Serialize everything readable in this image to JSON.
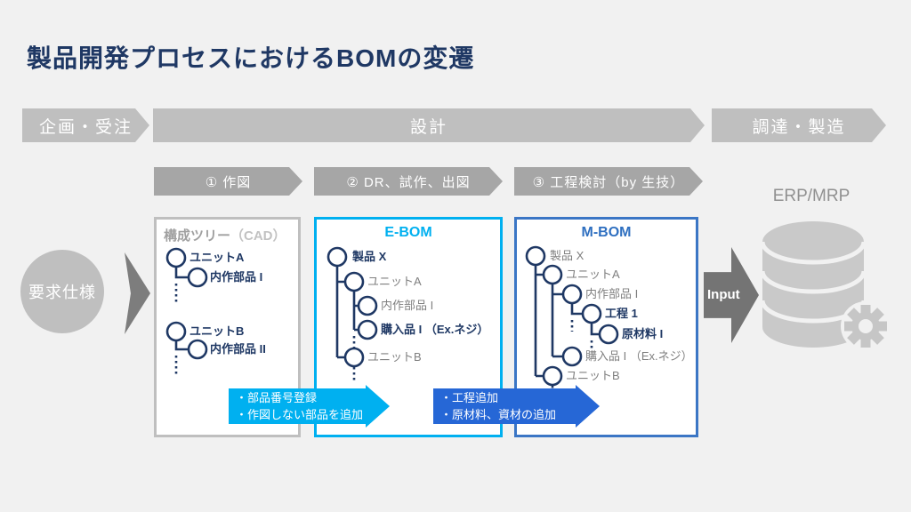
{
  "title": "製品開発プロセスにおけるBOMの変遷",
  "palette": {
    "navy": "#1f3864",
    "cyan": "#00b0f0",
    "blue": "#2e6fc0",
    "band_gray": "#bfbfbf",
    "step_gray": "#a6a6a6",
    "dark_gray": "#747474",
    "light_gray": "#c9c9c9",
    "tree_text_gray": "#7f7f7f"
  },
  "bands": [
    {
      "label": "企画・受注"
    },
    {
      "label": "設計"
    },
    {
      "label": "調達・製造"
    }
  ],
  "steps": [
    {
      "label": "① 作図"
    },
    {
      "label": "② DR、試作、出図"
    },
    {
      "label": "③ 工程検討（by 生技）"
    }
  ],
  "requirement": {
    "label": "要求仕様"
  },
  "cad": {
    "title": "構成ツリー",
    "title_suffix": "（CAD）",
    "nodes": [
      {
        "label": "ユニットA"
      },
      {
        "label": "内作部品 I"
      },
      {
        "label": "ユニットB"
      },
      {
        "label": "内作部品 II"
      }
    ]
  },
  "ebom": {
    "title": "E-BOM",
    "nodes": [
      {
        "label": "製品 X"
      },
      {
        "label": "ユニットA"
      },
      {
        "label": "内作部品 I"
      },
      {
        "label": "購入品 I （Ex.ネジ）"
      },
      {
        "label": "ユニットB"
      }
    ]
  },
  "mbom": {
    "title": "M-BOM",
    "nodes": [
      {
        "label": "製品 X"
      },
      {
        "label": "ユニットA"
      },
      {
        "label": "内作部品 I"
      },
      {
        "label": "工程 1"
      },
      {
        "label": "原材料 I"
      },
      {
        "label": "購入品 I （Ex.ネジ）"
      },
      {
        "label": "ユニットB"
      }
    ]
  },
  "callouts": [
    {
      "line1": "・部品番号登録",
      "line2": "・作図しない部品を追加"
    },
    {
      "line1": "・工程追加",
      "line2": "・原材料、資材の追加"
    }
  ],
  "erp": {
    "label": "ERP/MRP",
    "input_label": "Input"
  }
}
